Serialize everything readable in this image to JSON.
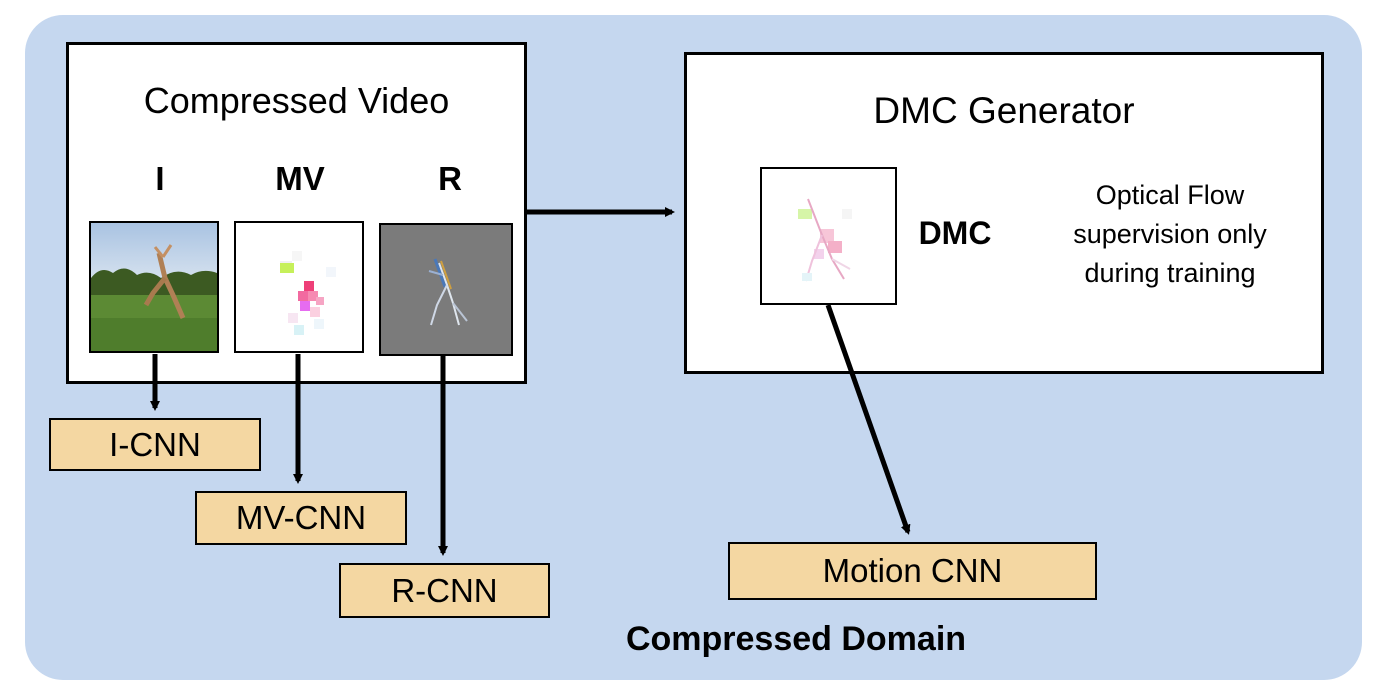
{
  "compressed_video": {
    "title": "Compressed Video",
    "streams": [
      {
        "label": "I",
        "cnn": "I-CNN"
      },
      {
        "label": "MV",
        "cnn": "MV-CNN"
      },
      {
        "label": "R",
        "cnn": "R-CNN"
      }
    ]
  },
  "dmc_generator": {
    "title": "DMC Generator",
    "output_label": "DMC",
    "note_lines": [
      "Optical Flow",
      "supervision only",
      "during training"
    ],
    "cnn": "Motion CNN"
  },
  "footer": "Compressed Domain"
}
